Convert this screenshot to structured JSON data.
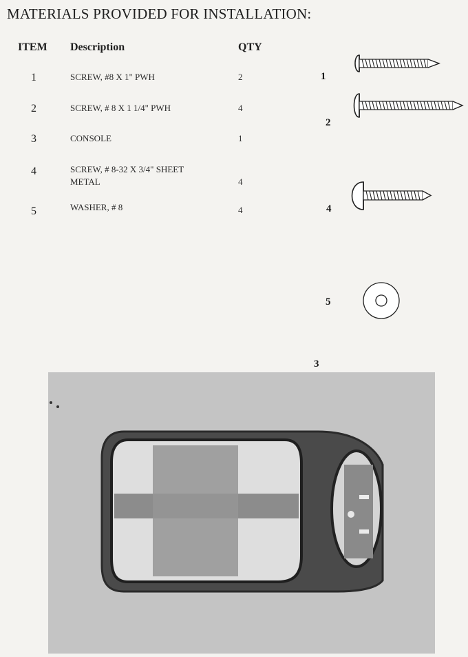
{
  "title": "MATERIALS PROVIDED FOR INSTALLATION:",
  "columns": {
    "item": "ITEM",
    "description": "Description",
    "qty": "QTY"
  },
  "items": [
    {
      "item": "1",
      "description": "SCREW, #8 X 1\" PWH",
      "qty": "2"
    },
    {
      "item": "2",
      "description": "SCREW,  # 8 X 1 1/4\"  PWH",
      "qty": "4"
    },
    {
      "item": "3",
      "description": "CONSOLE",
      "qty": "1"
    },
    {
      "item": "4",
      "description_line1": "SCREW, # 8-32 X 3/4\" SHEET",
      "description_line2": "METAL",
      "qty": "4"
    },
    {
      "item": "5",
      "description": "WASHER,  # 8",
      "qty": "4"
    }
  ],
  "callouts": [
    "1",
    "2",
    "4",
    "5",
    "3"
  ],
  "colors": {
    "text": "#1f1f1f",
    "photo_background": "#c4c4c4",
    "console_body": "#4a4a4a"
  }
}
